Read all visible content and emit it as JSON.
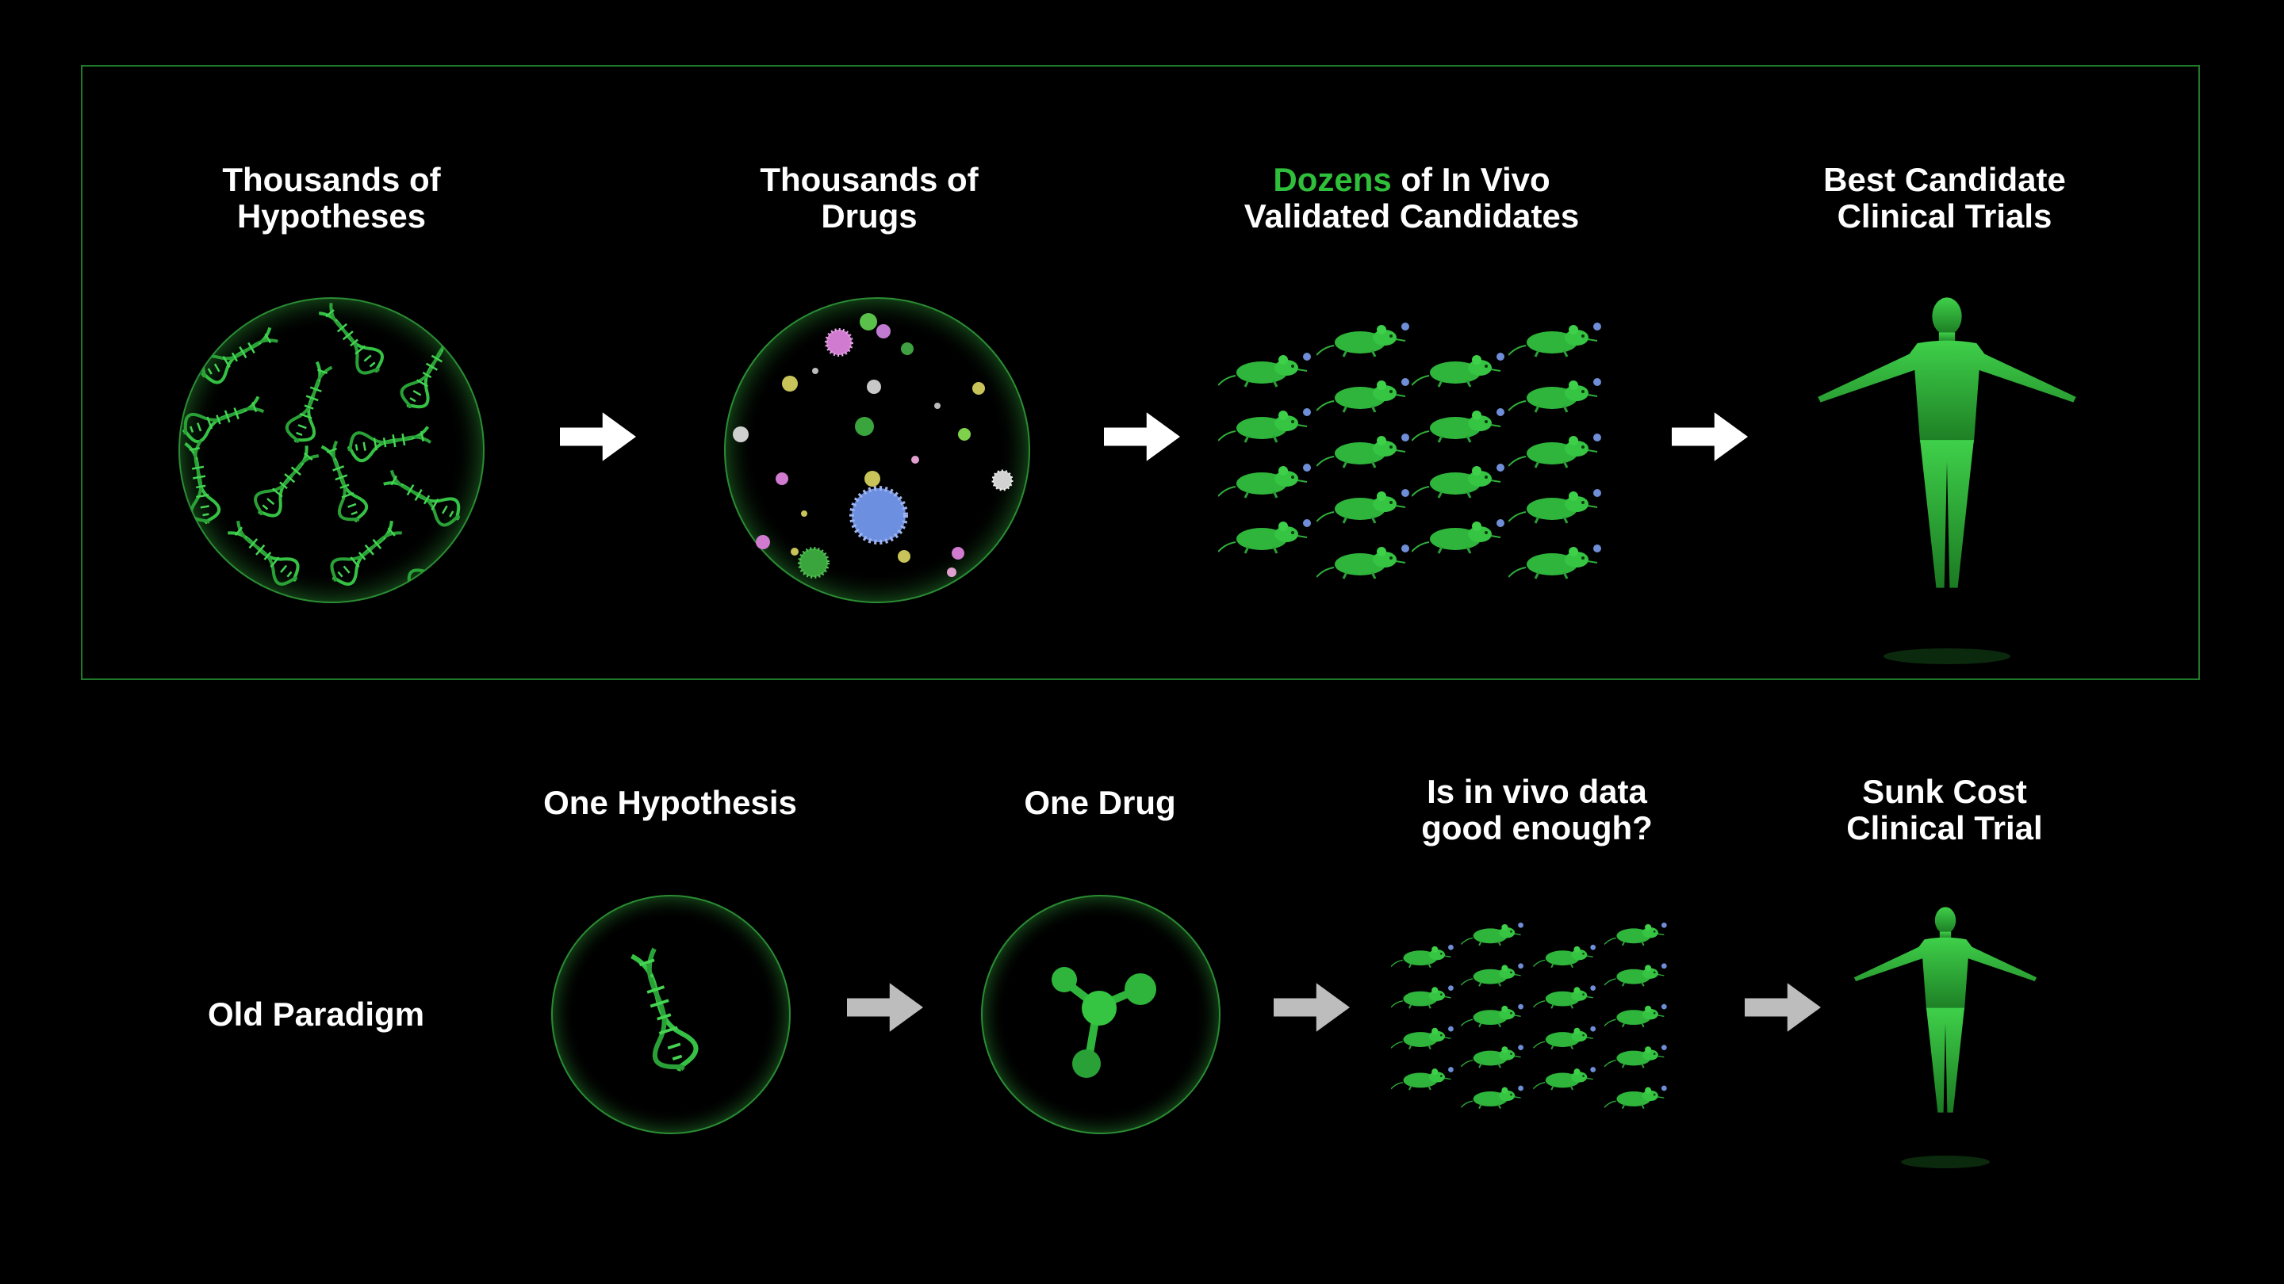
{
  "new_paradigm": {
    "stages": [
      {
        "line1": "Thousands of",
        "line2": "Hypotheses"
      },
      {
        "line1": "Thousands of",
        "line2": "Drugs"
      },
      {
        "line1_accent": "Dozens",
        "line1_rest": " of In Vivo",
        "line2": "Validated Candidates"
      },
      {
        "line1": "Best Candidate",
        "line2": "Clinical Trials"
      }
    ]
  },
  "old_paradigm": {
    "label": "Old Paradigm",
    "stages": [
      {
        "line1": "One Hypothesis"
      },
      {
        "line1": "One Drug"
      },
      {
        "line1": "Is in vivo data",
        "line2": "good enough?"
      },
      {
        "line1": "Sunk Cost",
        "line2": "Clinical Trial"
      }
    ]
  },
  "colors": {
    "accent": "#2fbf3a",
    "frame": "#1e7a2a",
    "arrow_new": "#ffffff",
    "arrow_old": "#bdbdbd",
    "background": "#000000"
  },
  "icons": [
    "dna-icon",
    "virus-icon",
    "mouse-icon",
    "human-figure-icon",
    "molecule-icon",
    "arrow-right-icon"
  ]
}
